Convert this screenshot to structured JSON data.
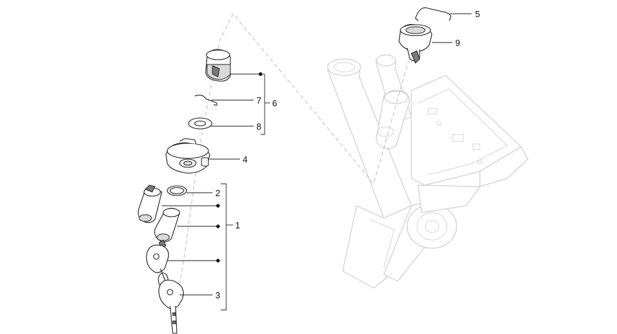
{
  "callouts": {
    "c1": "1",
    "c2": "2",
    "c3": "3",
    "c4": "4",
    "c5": "5",
    "c6": "6",
    "c7": "7",
    "c8": "8",
    "c9": "9"
  },
  "colors": {
    "line": "#222222",
    "ghost": "#cfcfcf",
    "shade": "#d9d9d9"
  }
}
